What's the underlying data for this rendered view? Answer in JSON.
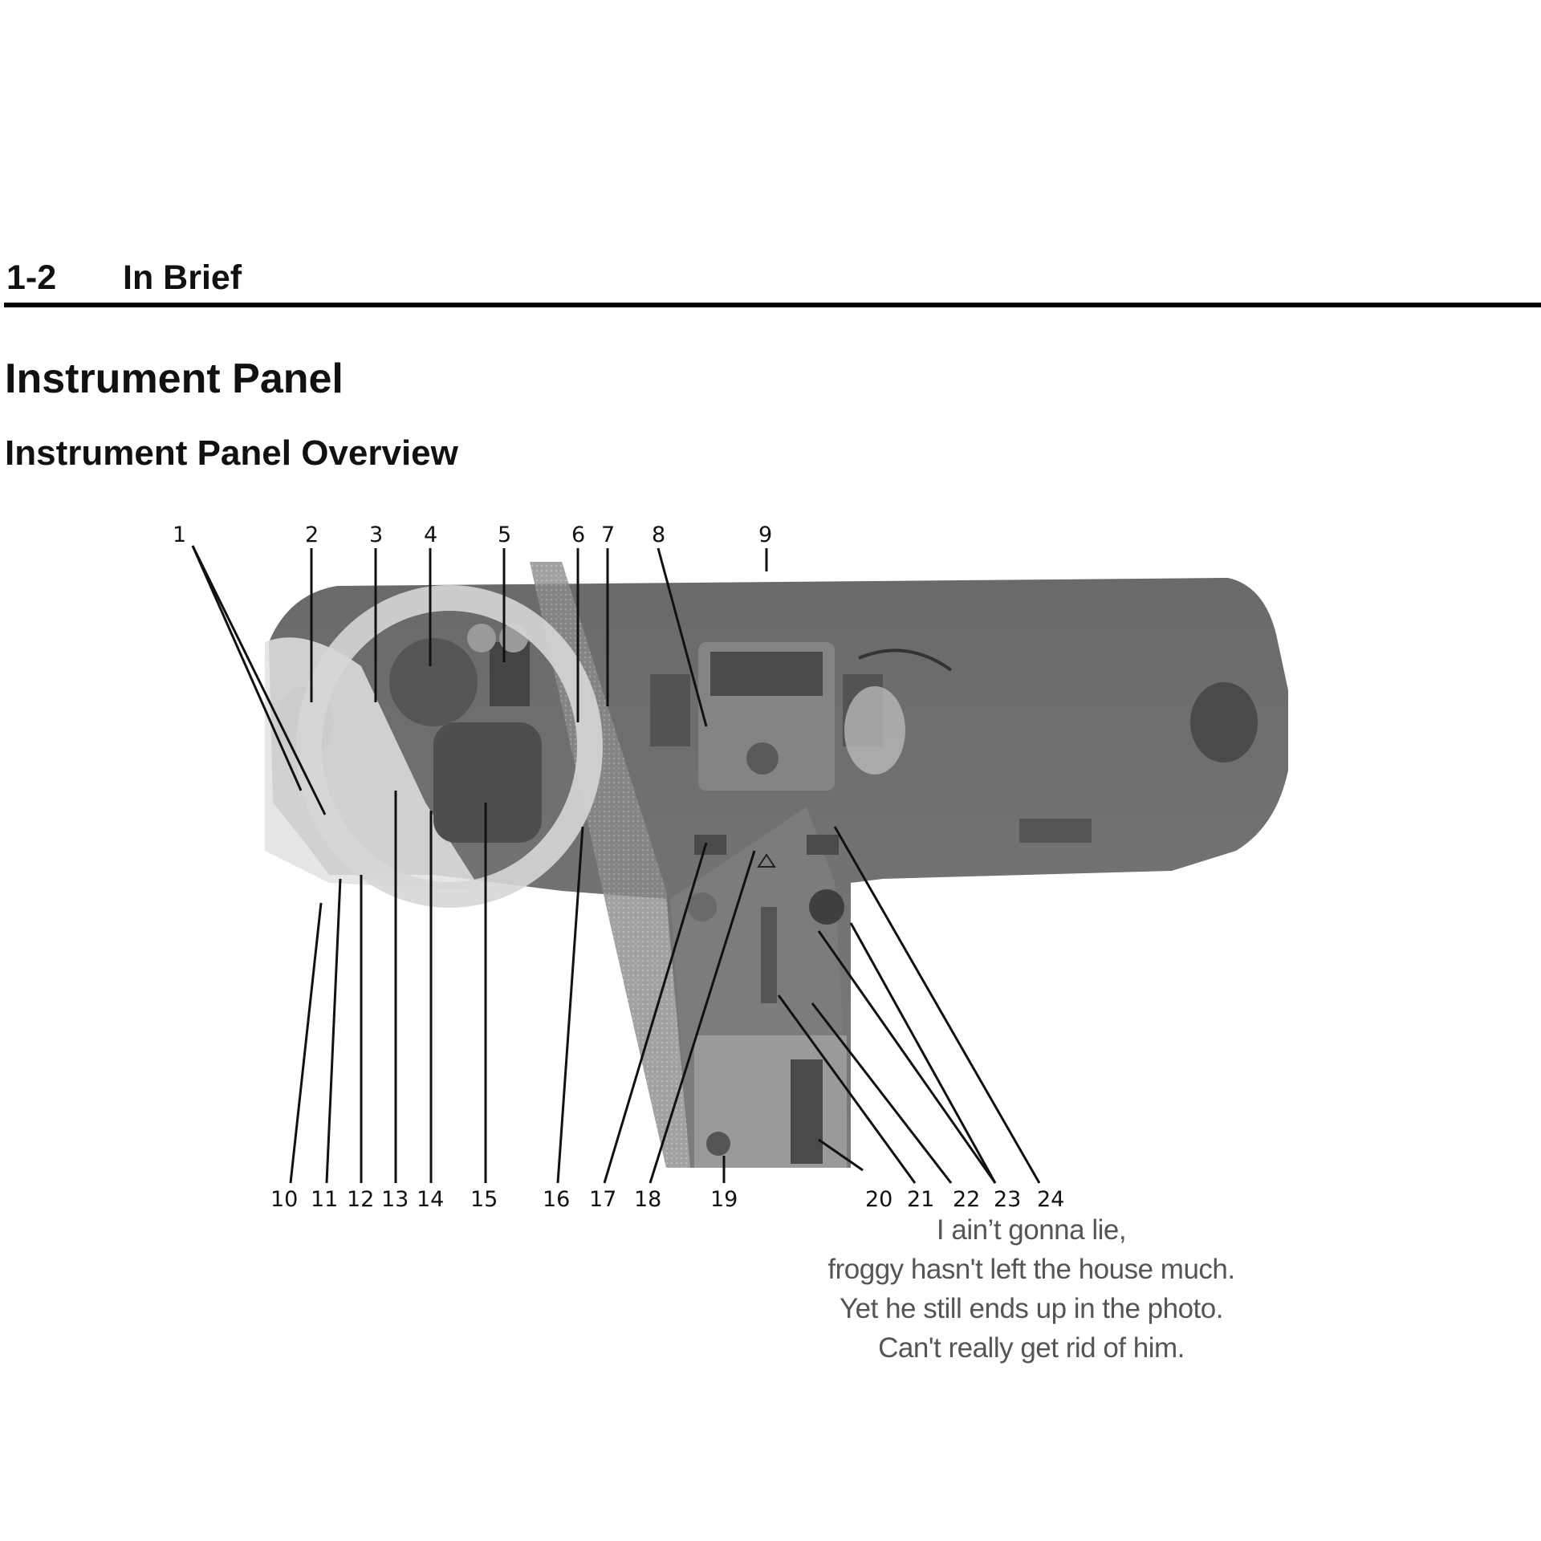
{
  "header": {
    "page_number": "1-2",
    "section": "In Brief"
  },
  "title": "Instrument Panel",
  "subtitle": "Instrument Panel Overview",
  "callouts_top": [
    "1",
    "2",
    "3",
    "4",
    "5",
    "6",
    "7",
    "8",
    "9"
  ],
  "callouts_bottom": [
    "10",
    "11",
    "12",
    "13",
    "14",
    "15",
    "16",
    "17",
    "18",
    "19",
    "20",
    "21",
    "22",
    "23",
    "24"
  ],
  "caption": {
    "lines": [
      "I ain’t gonna lie,",
      "froggy hasn't left the house much.",
      "Yet he still ends up in the photo.",
      "Can't really get rid of him."
    ]
  },
  "colors": {
    "dash": "#6f6f6f",
    "dash_dark": "#5a5a5a",
    "highlight": "#d8d8d8",
    "caption": "#555555"
  }
}
